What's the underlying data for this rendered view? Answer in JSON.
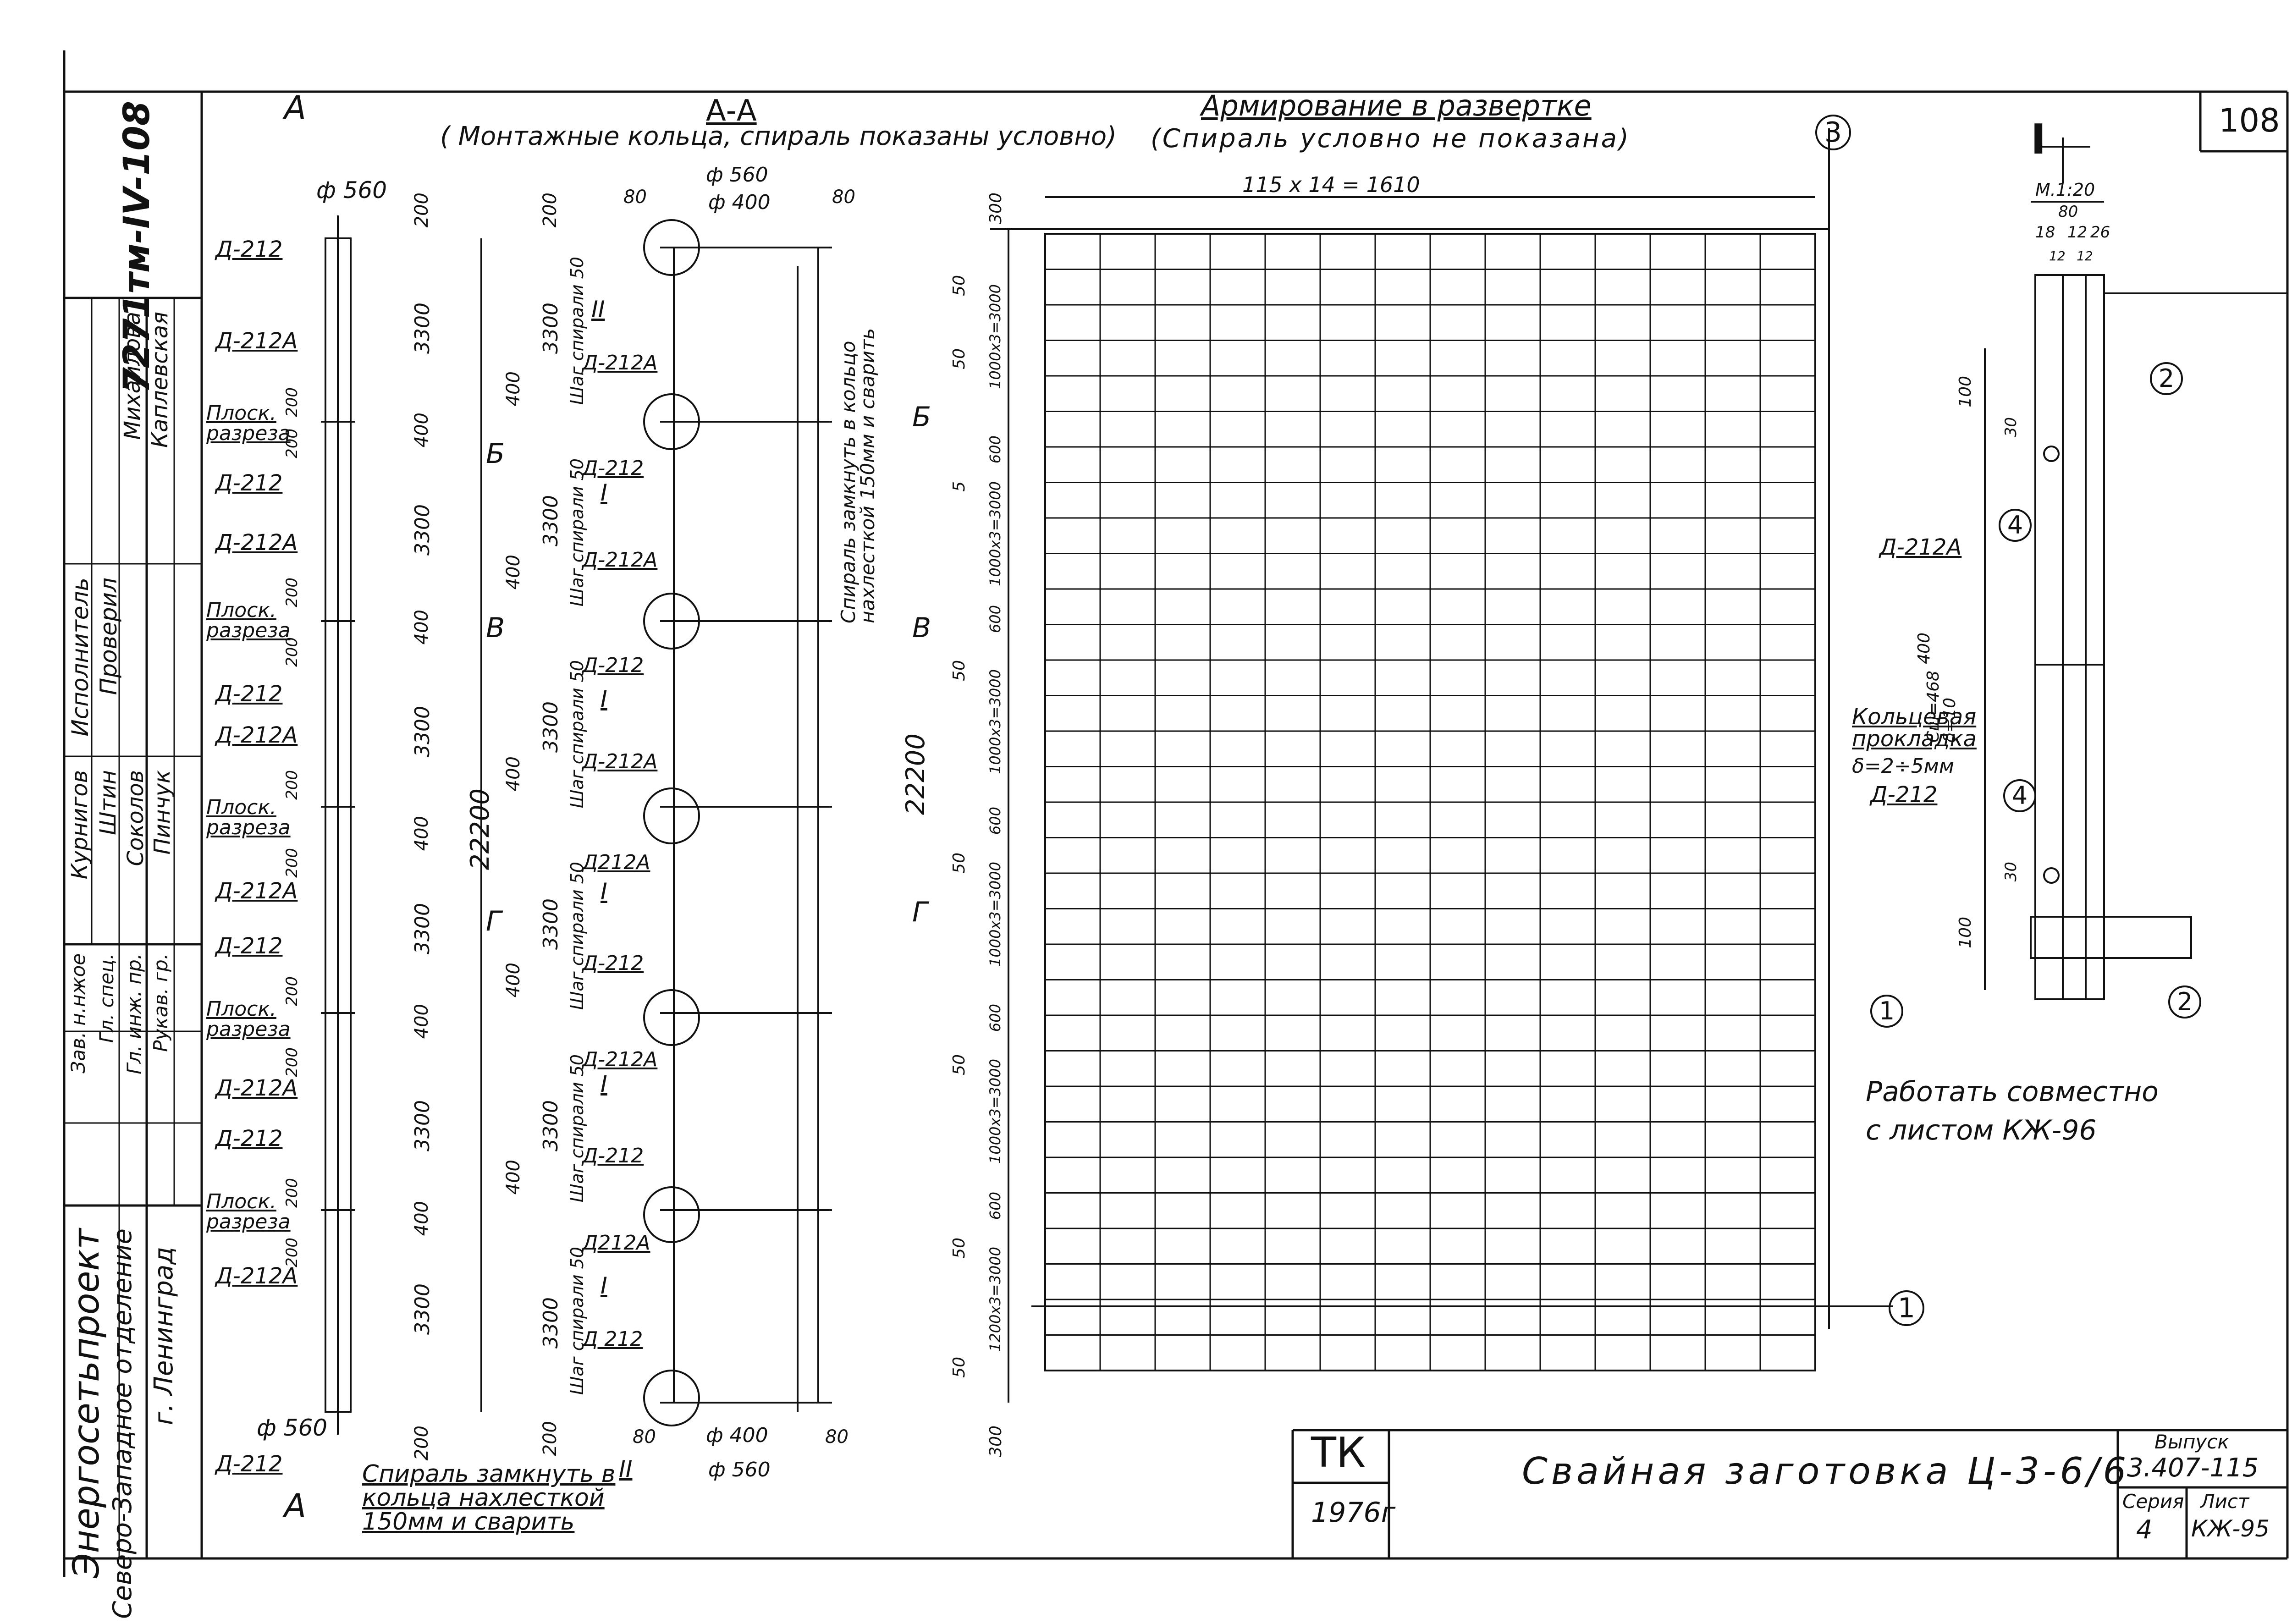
{
  "page_number": "108",
  "title_block": {
    "archive_number": "7271тм-IV-108",
    "organization_line1": "Энергосетьпроект",
    "organization_line2": "Северо-Западное отделение",
    "organization_line3": "г. Ленинград",
    "roles": [
      "Зав. н.нжое",
      "Гл. спец.",
      "Гл. инж. пр.",
      "Рукав. гр.",
      "Исполнитель",
      "Проверил"
    ],
    "names": [
      "Курнигов",
      "Штин",
      "Соколов",
      "Пинчук",
      "Михайлова",
      "Каплевская"
    ],
    "stamp_code": "ТК",
    "year": "1976г",
    "sheet_title": "Свайная заготовка Ц-3-6/6",
    "issue_label": "Выпуск",
    "issue_value": "3.407-115",
    "series_label": "Серия",
    "series_value": "4",
    "sheet_label": "Лист",
    "sheet_value": "КЖ-95"
  },
  "left_view": {
    "section_mark": "А",
    "diameter_top": "ф 560",
    "diameter_bottom": "ф 560",
    "segment_lengths": [
      "200",
      "3300",
      "400",
      "3300",
      "400",
      "3300",
      "400",
      "3300",
      "400",
      "3300",
      "400",
      "3300",
      "200"
    ],
    "joint_dims": [
      "200",
      "200",
      "200",
      "200",
      "200",
      "200",
      "200",
      "200",
      "200",
      "200"
    ],
    "total_length": "22200",
    "labels": [
      "Д-212",
      "Д-212А",
      "Плоск. разреза",
      "Д-212",
      "Д-212А",
      "Плоск. разреза",
      "Д-212",
      "Д-212А",
      "Плоск. разреза",
      "Д-212А",
      "Д-212",
      "Плоск. разреза",
      "Д-212А",
      "Д-212",
      "Плоск. разреза",
      "Д-212А",
      "Д-212"
    ]
  },
  "section_view": {
    "title": "А-А",
    "note": "( Монтажные кольца, спираль показаны условно)",
    "dim_outer": "ф 560",
    "dim_inner": "ф 400",
    "edge_dim": "80",
    "segment_lengths": [
      "200",
      "3300",
      "400",
      "3300",
      "400",
      "3300",
      "400",
      "3300",
      "400",
      "3300",
      "400",
      "3300",
      "200"
    ],
    "spiral_pitch": "Шаг спирали 50",
    "callouts": [
      "II",
      "I",
      "I",
      "I",
      "I",
      "I",
      "II"
    ],
    "labels": [
      "Д-212А",
      "Д-212",
      "Д-212А",
      "Д-212",
      "Д-212А",
      "Д212А",
      "Д-212",
      "Д-212А",
      "Д-212",
      "Д212А",
      "Д 212"
    ],
    "vertical_note": "Спираль замкнуть в кольцо нахлесткой 150мм и сварить",
    "bottom_note": "Спираль замкнуть в кольца нахлесткой 150мм и сварить",
    "cut_marks": [
      "Б",
      "В",
      "Г"
    ]
  },
  "development_view": {
    "title": "Армирование в развертке",
    "subtitle": "(Спираль условно не показана)",
    "top_dim": "115 х 14 = 1610",
    "left_dims": [
      "300",
      "50",
      "50",
      "1000х3=3000",
      "600",
      "5",
      "1000х3=3000",
      "600",
      "50",
      "1000х3=3000",
      "600",
      "50",
      "1000х3=3000",
      "600",
      "50",
      "1000х3=3000",
      "600",
      "50",
      "1200х3=3000",
      "50",
      "300"
    ],
    "total": "22200",
    "positions": [
      "3",
      "1"
    ]
  },
  "detail_I": {
    "mark": "I",
    "scale": "М.1:20",
    "top_dims": [
      "80",
      "18",
      "12",
      "26",
      "12",
      "12"
    ],
    "side_dims": [
      "100",
      "30",
      "400",
      "30",
      "100"
    ],
    "plate_label": "Д-212А",
    "gasket_dims": "Сш=468 δ=10",
    "gasket_title": "Кольцевая прокладка",
    "gasket_thickness": "δ=2÷5мм",
    "lower_plate": "Д-212",
    "positions": [
      "2",
      "4",
      "4",
      "1",
      "2"
    ]
  },
  "note": "Работать совместно с листом КЖ-96"
}
